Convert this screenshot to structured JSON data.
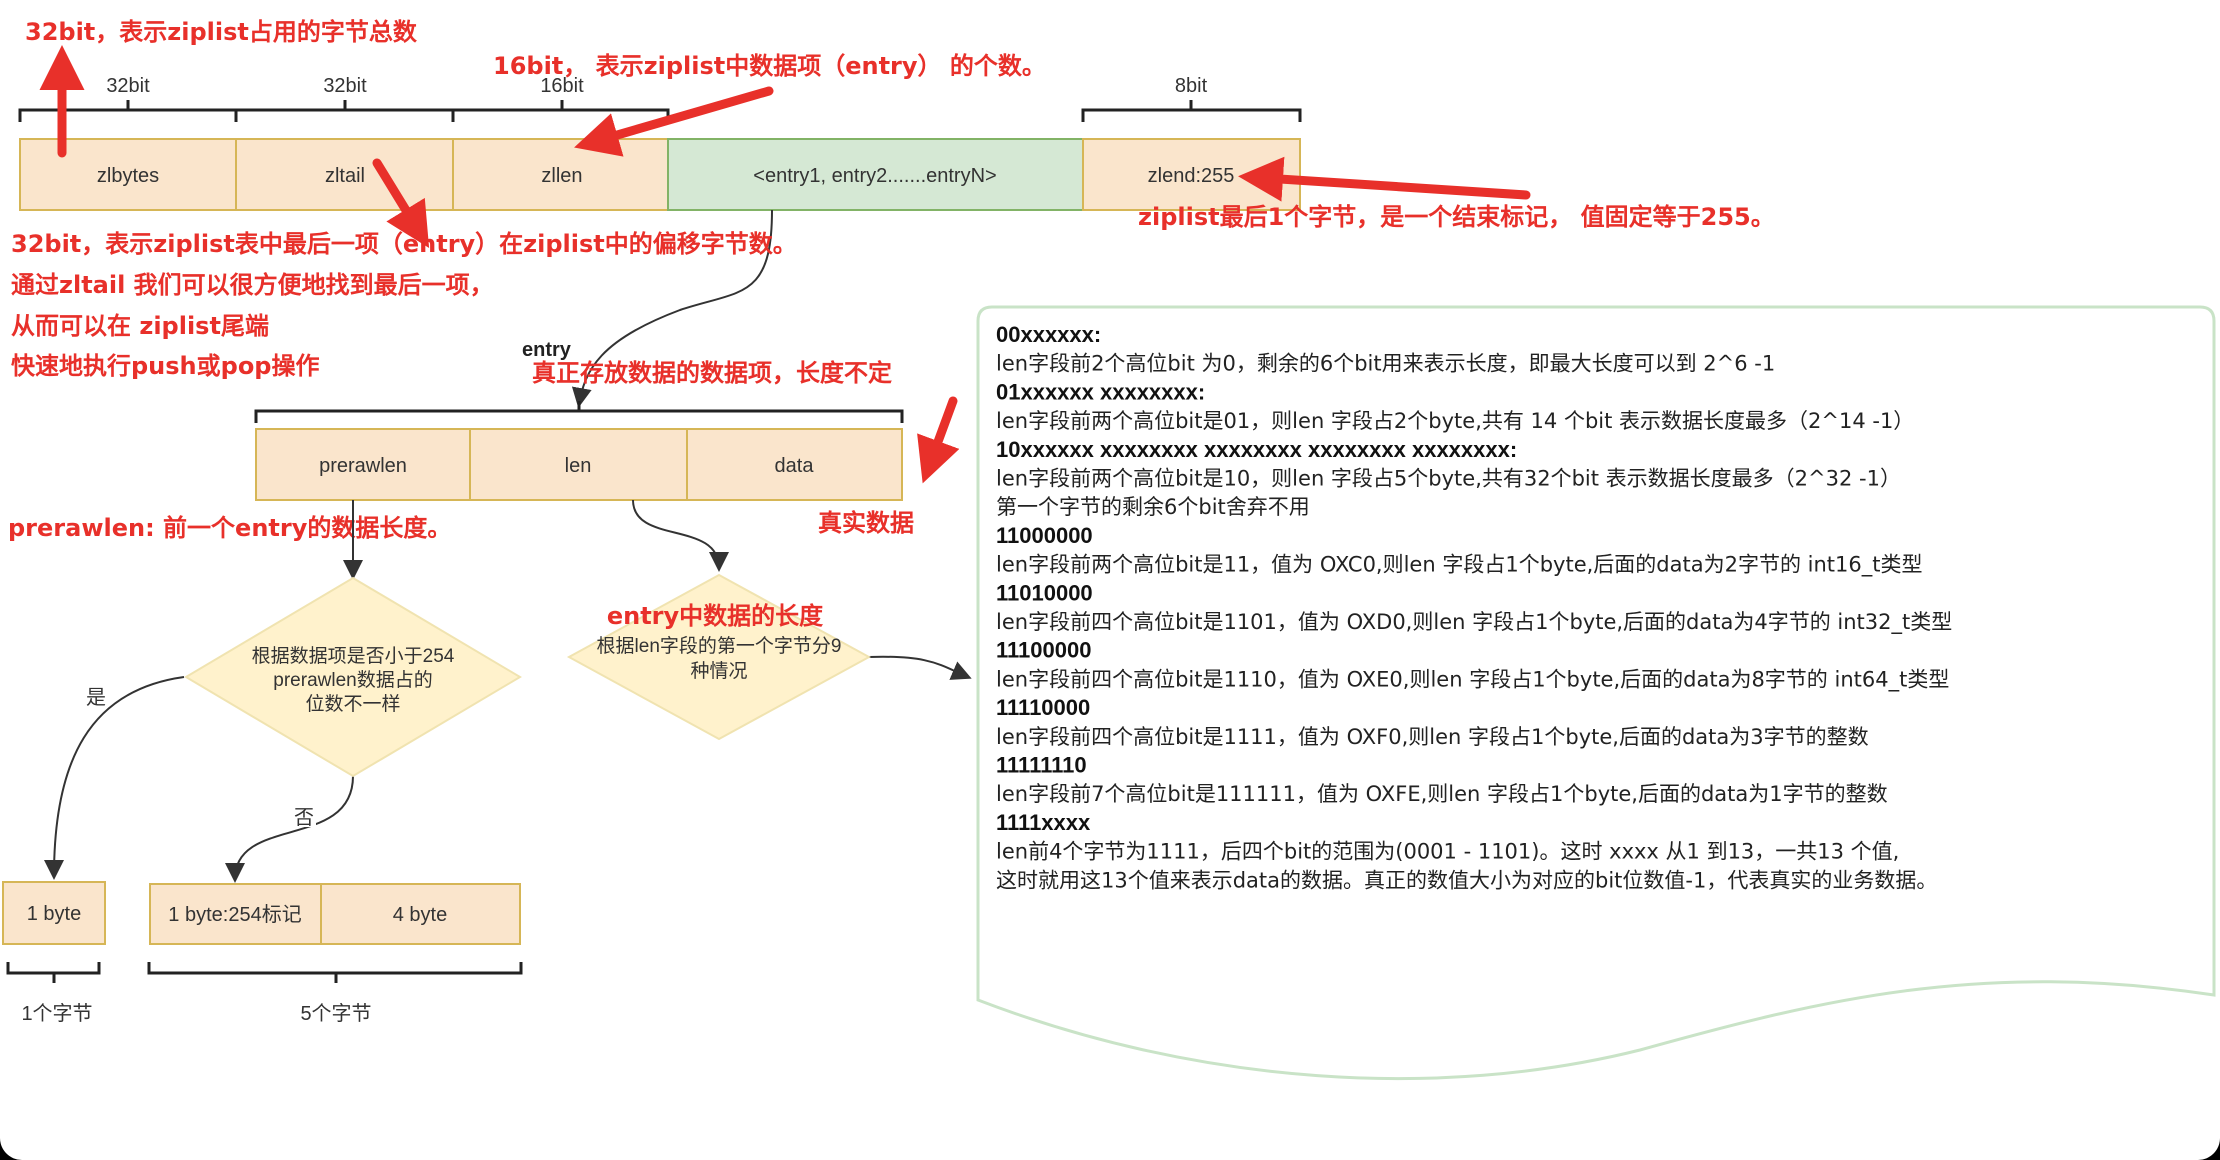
{
  "colors": {
    "field_fill": "#fae5cc",
    "field_border": "#d6b656",
    "entries_fill": "#d5e8d4",
    "entries_border": "#82b366",
    "annotation": "#e8302a",
    "doc_border": "#c9e3c7",
    "diamond_fill": "#fff2cc"
  },
  "header": {
    "bits": [
      "32bit",
      "32bit",
      "16bit",
      "8bit"
    ],
    "fields": [
      "zlbytes",
      "zltail",
      "zllen",
      "<entry1, entry2.......entryN>",
      "zlend:255"
    ]
  },
  "annotations": {
    "zlbytes": "32bit，表示ziplist占用的字节总数",
    "zllen": "16bit， 表示ziplist中数据项（entry） 的个数。",
    "zltail": [
      "32bit，表示ziplist表中最后一项（entry）在ziplist中的偏移字节数。",
      "通过zltail 我们可以很方便地找到最后一项，",
      "从而可以在 ziplist尾端",
      "快速地执行push或pop操作"
    ],
    "zlend": "ziplist最后1个字节，是一个结束标记， 值固定等于255。",
    "entry_desc": "真正存放数据的数据项，长度不定",
    "prerawlen": "prerawlen: 前一个entry的数据长度。",
    "data": "真实数据",
    "len": "entry中数据的长度"
  },
  "entry": {
    "label": "entry",
    "fields": [
      "prerawlen",
      "len",
      "data"
    ]
  },
  "decision_prerawlen": {
    "lines": [
      "根据数据项是否小于254",
      "prerawlen数据占的",
      "位数不一样"
    ],
    "yes": "是",
    "no": "否",
    "yes_box": "1 byte",
    "no_boxes": [
      "1 byte:254标记",
      "4 byte"
    ],
    "yes_size": "1个字节",
    "no_size": "5个字节"
  },
  "decision_len": {
    "lines": [
      "根据len字段的第一个字节分9",
      "种情况"
    ]
  },
  "len_doc": [
    {
      "text": "00xxxxxx:",
      "bold": true
    },
    {
      "text": "len字段前2个高位bit 为0，剩余的6个bit用来表示长度，即最大长度可以到 2^6 -1",
      "bold": false
    },
    {
      "text": "01xxxxxx xxxxxxxx:",
      "bold": true
    },
    {
      "text": "len字段前两个高位bit是01，则len 字段占2个byte,共有 14 个bit 表示数据长度最多（2^14 -1）",
      "bold": false
    },
    {
      "text": "10xxxxxx xxxxxxxx xxxxxxxx xxxxxxxx xxxxxxxx:",
      "bold": true
    },
    {
      "text": "len字段前两个高位bit是10，则len 字段占5个byte,共有32个bit 表示数据长度最多（2^32 -1）",
      "bold": false
    },
    {
      "text": "第一个字节的剩余6个bit舍弃不用",
      "bold": false
    },
    {
      "text": "11000000",
      "bold": true
    },
    {
      "text": "len字段前两个高位bit是11，值为 OXC0,则len 字段占1个byte,后面的data为2字节的 int16_t类型",
      "bold": false
    },
    {
      "text": "11010000",
      "bold": true
    },
    {
      "text": "len字段前四个高位bit是1101，值为 OXD0,则len 字段占1个byte,后面的data为4字节的 int32_t类型",
      "bold": false
    },
    {
      "text": "11100000",
      "bold": true
    },
    {
      "text": "len字段前四个高位bit是1110，值为 OXE0,则len 字段占1个byte,后面的data为8字节的 int64_t类型",
      "bold": false
    },
    {
      "text": "11110000",
      "bold": true
    },
    {
      "text": "len字段前四个高位bit是1111，值为 OXF0,则len 字段占1个byte,后面的data为3字节的整数",
      "bold": false
    },
    {
      "text": "11111110",
      "bold": true
    },
    {
      "text": "len字段前7个高位bit是111111，值为 OXFE,则len 字段占1个byte,后面的data为1字节的整数",
      "bold": false
    },
    {
      "text": "1111xxxx",
      "bold": true
    },
    {
      "text": "len前4个字节为1111，后四个bit的范围为(0001 - 1101)。这时 xxxx 从1 到13，一共13 个值,",
      "bold": false
    },
    {
      "text": "这时就用这13个值来表示data的数据。真正的数值大小为对应的bit位数值-1，代表真实的业务数据。",
      "bold": false
    }
  ]
}
